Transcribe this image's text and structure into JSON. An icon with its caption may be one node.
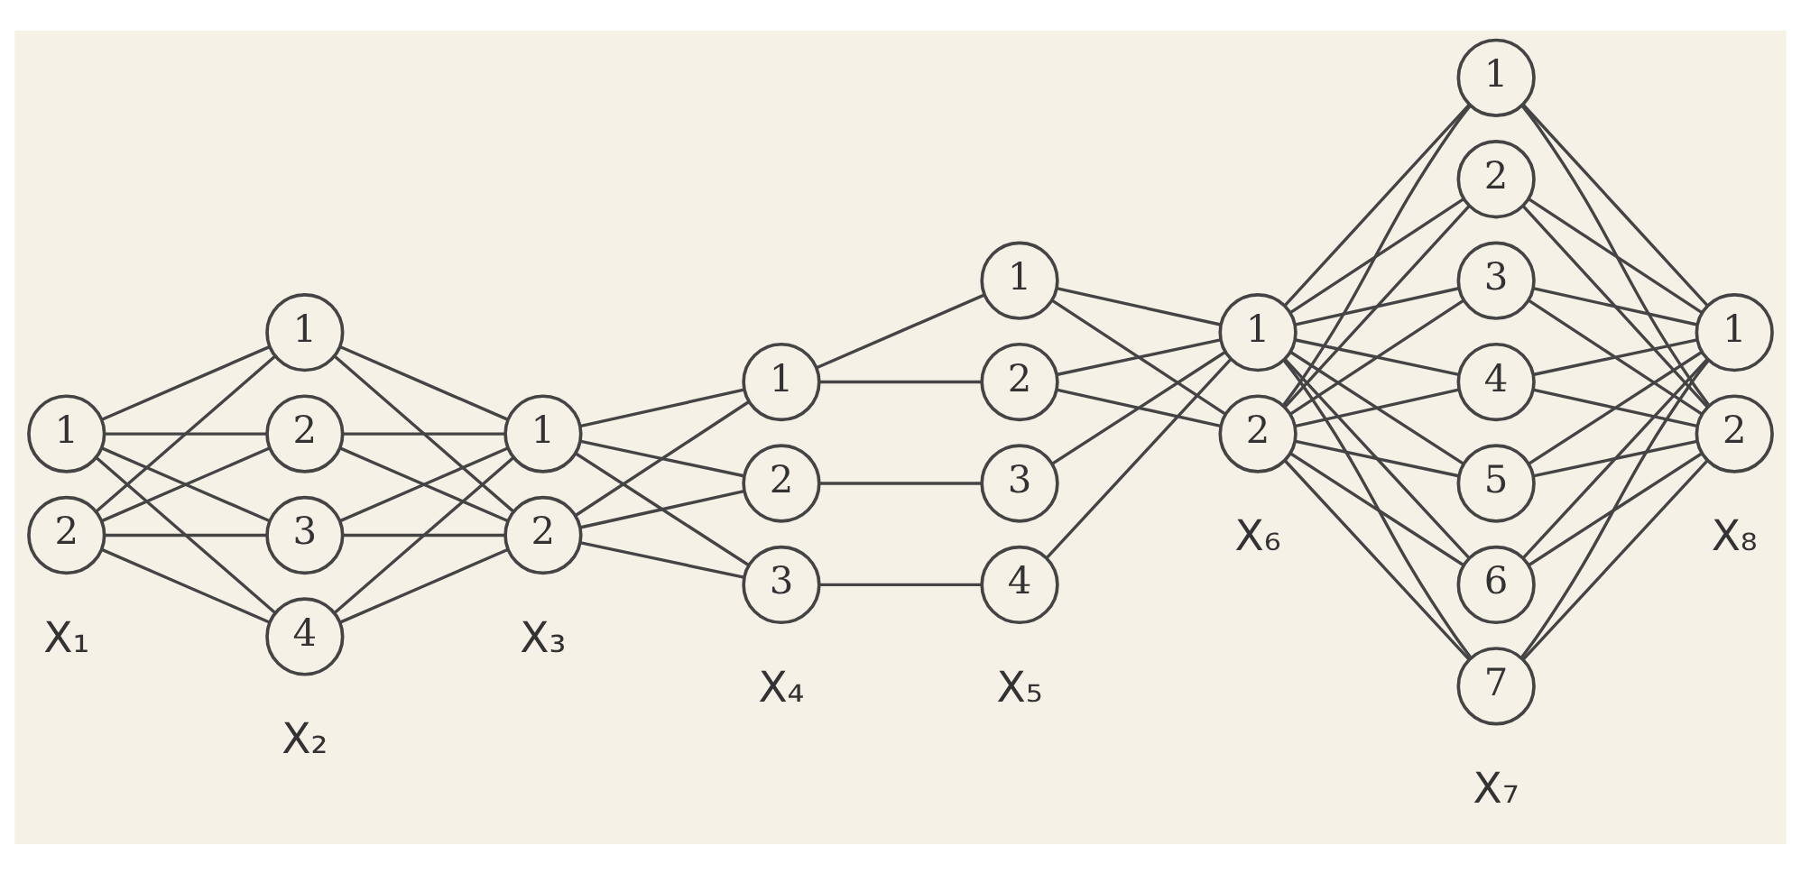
{
  "diagram": {
    "nodes": [
      {
        "text": [
          "1"
        ]
      },
      {
        "text": [
          "2"
        ]
      },
      {
        "text": [
          "1"
        ]
      },
      {
        "text": [
          "2"
        ]
      },
      {
        "text": [
          "3"
        ]
      },
      {
        "text": [
          "4"
        ]
      },
      {
        "text": [
          "1"
        ]
      },
      {
        "text": [
          "2"
        ]
      },
      {
        "text": [
          "1"
        ]
      },
      {
        "text": [
          "2"
        ]
      },
      {
        "text": [
          "3"
        ]
      },
      {
        "text": [
          "1"
        ]
      },
      {
        "text": [
          "2"
        ]
      },
      {
        "text": [
          "3"
        ]
      },
      {
        "text": [
          "4"
        ]
      },
      {
        "text": [
          "1"
        ]
      },
      {
        "text": [
          "2"
        ]
      },
      {
        "text": [
          "1"
        ]
      },
      {
        "text": [
          "2"
        ]
      },
      {
        "text": [
          "3"
        ]
      },
      {
        "text": [
          "4"
        ]
      },
      {
        "text": [
          "5"
        ]
      },
      {
        "text": [
          "6"
        ]
      },
      {
        "text": [
          "7"
        ]
      },
      {
        "text": [
          "1"
        ]
      },
      {
        "text": [
          "2"
        ]
      }
    ],
    "edges": [
      {
        "from": 0,
        "to": 2,
        "arrow": "none"
      },
      {
        "from": 0,
        "to": 3,
        "arrow": "none"
      },
      {
        "from": 0,
        "to": 4,
        "arrow": "none"
      },
      {
        "from": 0,
        "to": 5,
        "arrow": "none"
      },
      {
        "from": 1,
        "to": 2,
        "arrow": "none"
      },
      {
        "from": 1,
        "to": 3,
        "arrow": "none"
      },
      {
        "from": 1,
        "to": 4,
        "arrow": "none"
      },
      {
        "from": 1,
        "to": 5,
        "arrow": "none"
      },
      {
        "from": 2,
        "to": 6,
        "arrow": "none"
      },
      {
        "from": 2,
        "to": 7,
        "arrow": "none"
      },
      {
        "from": 3,
        "to": 6,
        "arrow": "none"
      },
      {
        "from": 3,
        "to": 7,
        "arrow": "none"
      },
      {
        "from": 4,
        "to": 6,
        "arrow": "none"
      },
      {
        "from": 4,
        "to": 7,
        "arrow": "none"
      },
      {
        "from": 5,
        "to": 6,
        "arrow": "none"
      },
      {
        "from": 5,
        "to": 7,
        "arrow": "none"
      },
      {
        "from": 6,
        "to": 8,
        "arrow": "none"
      },
      {
        "from": 6,
        "to": 9,
        "arrow": "none"
      },
      {
        "from": 6,
        "to": 10,
        "arrow": "none"
      },
      {
        "from": 7,
        "to": 8,
        "arrow": "none"
      },
      {
        "from": 7,
        "to": 9,
        "arrow": "none"
      },
      {
        "from": 7,
        "to": 10,
        "arrow": "none"
      },
      {
        "from": 8,
        "to": 11,
        "arrow": "none"
      },
      {
        "from": 8,
        "to": 12,
        "arrow": "none"
      },
      {
        "from": 9,
        "to": 13,
        "arrow": "none"
      },
      {
        "from": 10,
        "to": 14,
        "arrow": "none"
      },
      {
        "from": 11,
        "to": 15,
        "arrow": "none"
      },
      {
        "from": 11,
        "to": 16,
        "arrow": "none"
      },
      {
        "from": 12,
        "to": 15,
        "arrow": "none"
      },
      {
        "from": 12,
        "to": 16,
        "arrow": "none"
      },
      {
        "from": 13,
        "to": 15,
        "arrow": "none"
      },
      {
        "from": 14,
        "to": 15,
        "arrow": "none"
      },
      {
        "from": 15,
        "to": 17,
        "arrow": "none"
      },
      {
        "from": 15,
        "to": 18,
        "arrow": "none"
      },
      {
        "from": 15,
        "to": 19,
        "arrow": "none"
      },
      {
        "from": 15,
        "to": 20,
        "arrow": "none"
      },
      {
        "from": 15,
        "to": 21,
        "arrow": "none"
      },
      {
        "from": 15,
        "to": 22,
        "arrow": "none"
      },
      {
        "from": 15,
        "to": 23,
        "arrow": "none"
      },
      {
        "from": 16,
        "to": 17,
        "arrow": "none"
      },
      {
        "from": 16,
        "to": 18,
        "arrow": "none"
      },
      {
        "from": 16,
        "to": 19,
        "arrow": "none"
      },
      {
        "from": 16,
        "to": 20,
        "arrow": "none"
      },
      {
        "from": 16,
        "to": 21,
        "arrow": "none"
      },
      {
        "from": 16,
        "to": 22,
        "arrow": "none"
      },
      {
        "from": 16,
        "to": 23,
        "arrow": "none"
      },
      {
        "from": 17,
        "to": 24,
        "arrow": "none"
      },
      {
        "from": 17,
        "to": 25,
        "arrow": "none"
      },
      {
        "from": 18,
        "to": 24,
        "arrow": "none"
      },
      {
        "from": 18,
        "to": 25,
        "arrow": "none"
      },
      {
        "from": 19,
        "to": 24,
        "arrow": "none"
      },
      {
        "from": 19,
        "to": 25,
        "arrow": "none"
      },
      {
        "from": 20,
        "to": 24,
        "arrow": "none"
      },
      {
        "from": 20,
        "to": 25,
        "arrow": "none"
      },
      {
        "from": 21,
        "to": 24,
        "arrow": "none"
      },
      {
        "from": 21,
        "to": 25,
        "arrow": "none"
      },
      {
        "from": 22,
        "to": 24,
        "arrow": "none"
      },
      {
        "from": 22,
        "to": 25,
        "arrow": "none"
      },
      {
        "from": 23,
        "to": 24,
        "arrow": "none"
      },
      {
        "from": 23,
        "to": 25,
        "arrow": "none"
      }
    ],
    "labels": [
      "X₁",
      "X₂",
      "X₃",
      "X₄",
      "X₅",
      "X₆",
      "X₇",
      "X₈"
    ]
  }
}
